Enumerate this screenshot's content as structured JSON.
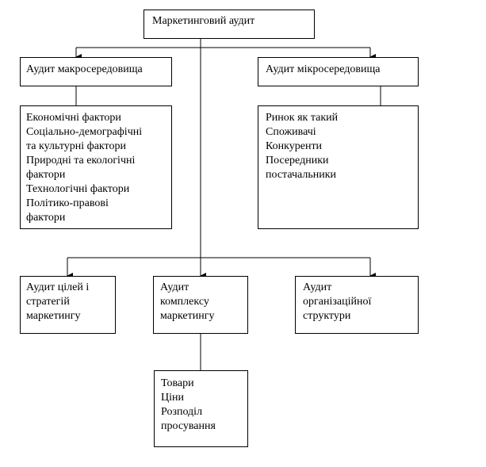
{
  "root": {
    "label": "Маркетинговий аудит"
  },
  "macro": {
    "label": "Аудит макросередовища",
    "items": [
      "Економічні фактори",
      "Соціально-демографічні",
      "та культурні фактори",
      "Природні та екологічні",
      "фактори",
      "Технологічні фактори",
      "Політико-правові",
      "фактори"
    ]
  },
  "micro": {
    "label": "Аудит мікросередовища",
    "items": [
      "Ринок як такий",
      "Споживачі",
      "Конкуренти",
      "Посередники",
      "постачальники"
    ]
  },
  "goals": {
    "lines": [
      "Аудит цілей і",
      "стратегій",
      "маркетингу"
    ]
  },
  "mix": {
    "lines": [
      "Аудит",
      "комплексу",
      "маркетингу"
    ],
    "items": [
      "Товари",
      "Ціни",
      "Розподіл",
      "просування"
    ]
  },
  "org": {
    "lines": [
      "Аудит",
      "організаційної",
      "структури"
    ]
  }
}
